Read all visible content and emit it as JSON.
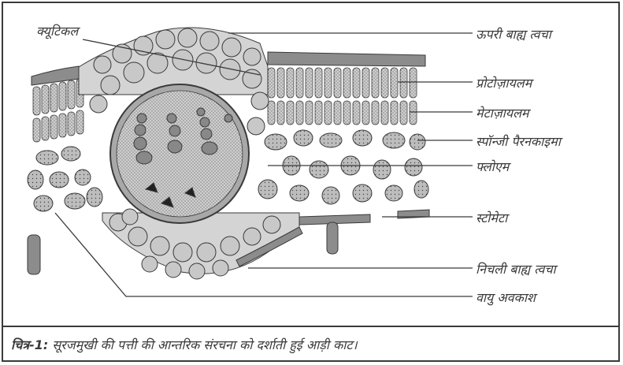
{
  "labels": {
    "cuticle": "क्यूटिकल",
    "upper_epidermis": "ऊपरी बाह्य त्वचा",
    "protoxylem": "प्रोटोज़ायलम",
    "metaxylem": "मेटाज़ायलम",
    "spongy_parenchyma": "स्पॉन्जी पैरनकाइमा",
    "phloem": "फ्लोएम",
    "stomata": "स्टोमेटा",
    "lower_epidermis": "निचली बाह्य त्वचा",
    "air_space": "वायु अवकाश"
  },
  "caption": {
    "prefix": "चित्र-1:",
    "text": " सूरजमुखी की पत्ती की आन्तरिक संरचना को दर्शाती हुई आड़ी काट।"
  },
  "colors": {
    "line": "#3a3a3a",
    "cell_light": "#d9d9d9",
    "cell_mid": "#bfbfbf",
    "cell_dark": "#8c8c8c",
    "bundle": "#a6a6a6"
  }
}
